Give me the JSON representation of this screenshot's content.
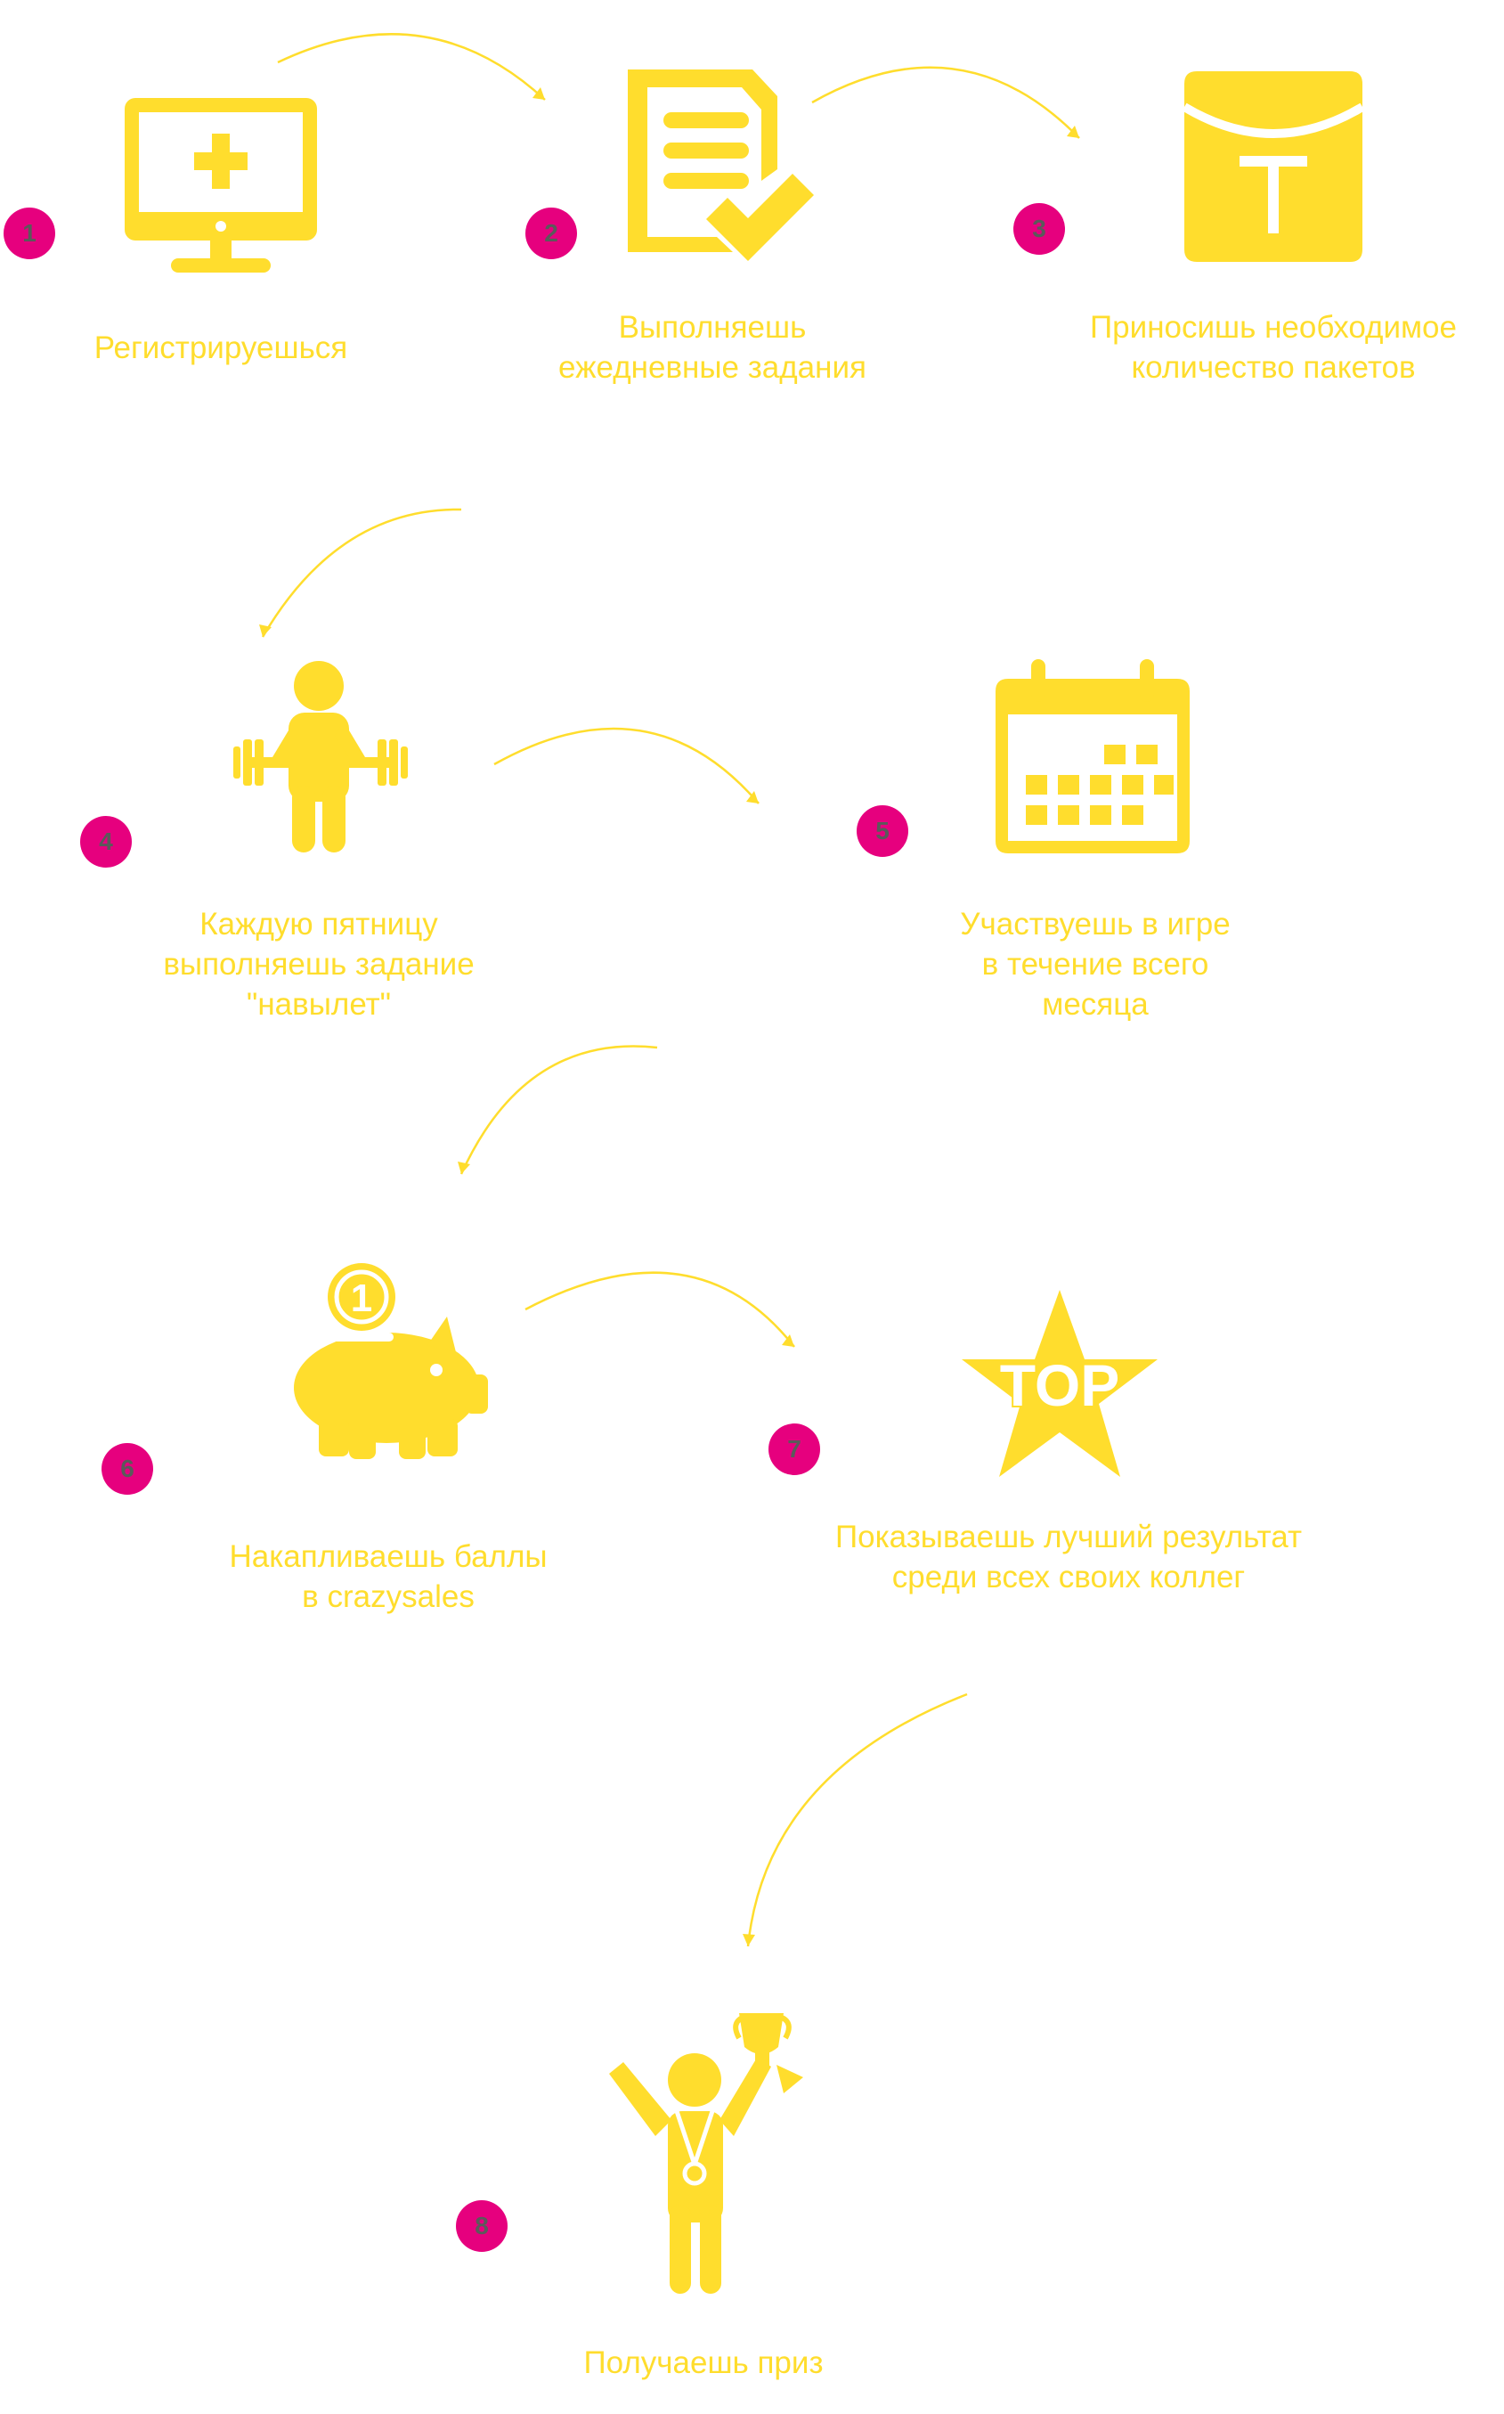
{
  "colors": {
    "accent": "#FFDD2D",
    "badge": "#E6007E",
    "badge_text": "#5A5A5A"
  },
  "steps": [
    {
      "number": "1",
      "icon": "monitor-plus-icon",
      "label_lines": [
        "Регистрируешься"
      ]
    },
    {
      "number": "2",
      "icon": "checklist-document-icon",
      "label_lines": [
        "Выполняешь",
        "ежедневные задания"
      ]
    },
    {
      "number": "3",
      "icon": "package-envelope-icon",
      "label_lines": [
        "Приносишь необходимое",
        "количество пакетов"
      ]
    },
    {
      "number": "4",
      "icon": "weightlifter-icon",
      "label_lines": [
        "Каждую пятницу",
        "выполняешь задание",
        "\"навылет\""
      ]
    },
    {
      "number": "5",
      "icon": "calendar-icon",
      "label_lines": [
        "Участвуешь в игре",
        "в течение всего",
        "месяца"
      ]
    },
    {
      "number": "6",
      "icon": "piggy-bank-coin-icon",
      "label_lines": [
        "Накапливаешь баллы",
        "в crazysales"
      ]
    },
    {
      "number": "7",
      "icon": "top-star-icon",
      "label_lines": [
        "Показываешь лучший результат",
        "среди всех своих коллег"
      ]
    },
    {
      "number": "8",
      "icon": "winner-trophy-icon",
      "label_lines": [
        "Получаешь приз"
      ]
    }
  ],
  "icon_texts": {
    "top_star": "TOP"
  }
}
